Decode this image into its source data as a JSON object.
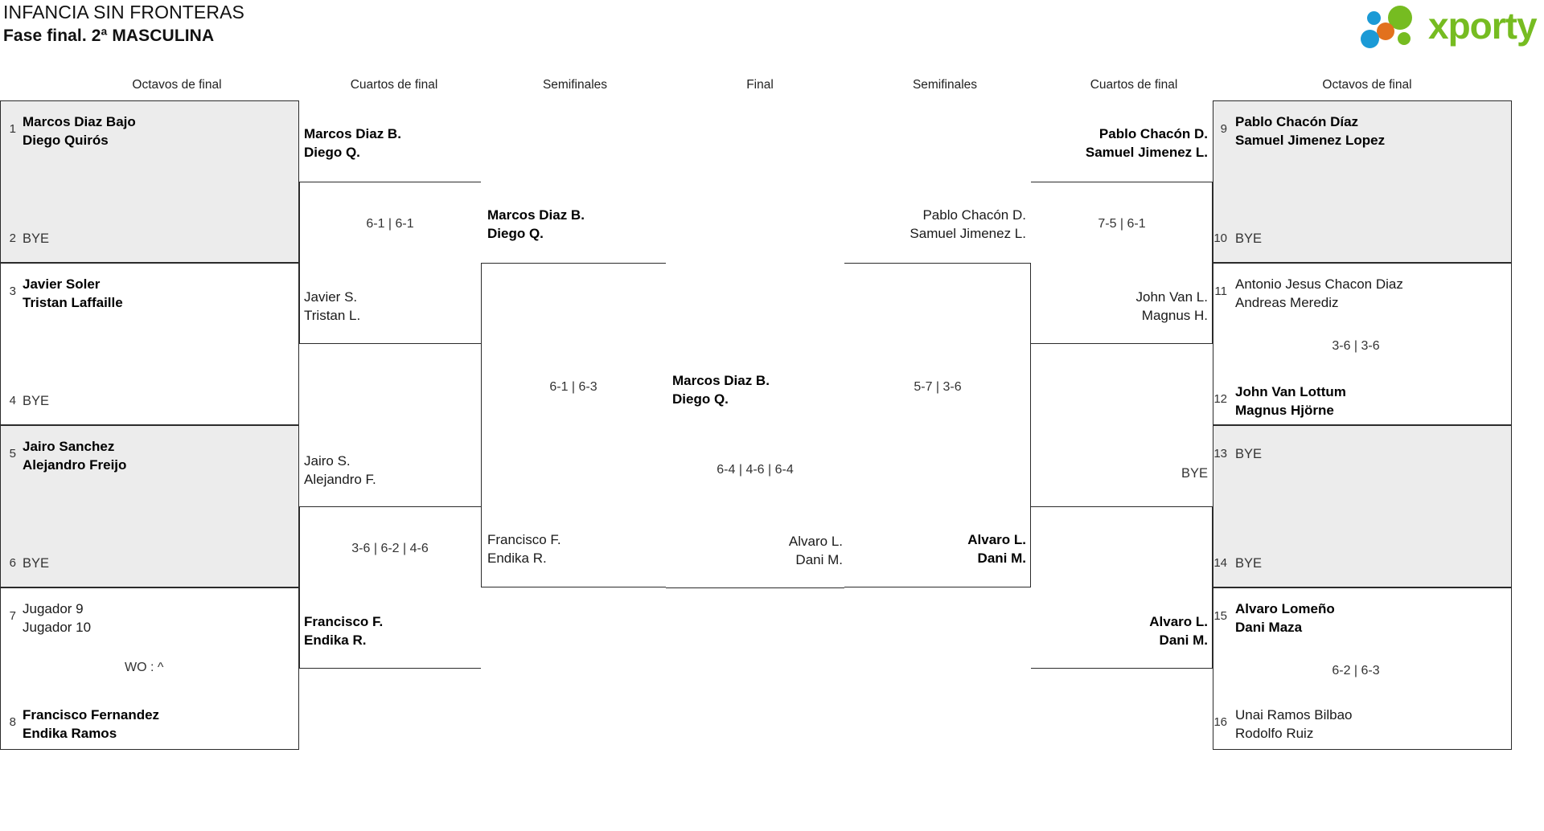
{
  "header": {
    "title": "INFANCIA SIN FRONTERAS",
    "subtitle": "Fase final. 2ª MASCULINA",
    "logo_text": "xporty",
    "logo_colors": {
      "green": "#76bc21",
      "blue": "#1b9ad6",
      "orange": "#e2711d"
    }
  },
  "round_headers": [
    {
      "label": "Octavos de final"
    },
    {
      "label": "Cuartos de final"
    },
    {
      "label": "Semifinales"
    },
    {
      "label": "Final"
    },
    {
      "label": "Semifinales"
    },
    {
      "label": "Cuartos de final"
    },
    {
      "label": "Octavos de final"
    }
  ],
  "left": {
    "seeds": [
      {
        "num": "1",
        "line1": "Marcos Diaz Bajo",
        "line2": "Diego Quirós",
        "winner": true,
        "bye": false
      },
      {
        "num": "2",
        "line1": "BYE",
        "line2": "",
        "winner": false,
        "bye": true
      },
      {
        "num": "3",
        "line1": "Javier Soler",
        "line2": "Tristan Laffaille",
        "winner": true,
        "bye": false
      },
      {
        "num": "4",
        "line1": "BYE",
        "line2": "",
        "winner": false,
        "bye": true
      },
      {
        "num": "5",
        "line1": "Jairo Sanchez",
        "line2": "Alejandro Freijo",
        "winner": true,
        "bye": false
      },
      {
        "num": "6",
        "line1": "BYE",
        "line2": "",
        "winner": false,
        "bye": true
      },
      {
        "num": "7",
        "line1": "Jugador 9",
        "line2": "Jugador 10",
        "winner": false,
        "bye": false
      },
      {
        "num": "8",
        "line1": "Francisco Fernandez",
        "line2": "Endika Ramos",
        "winner": true,
        "bye": false
      }
    ],
    "r16_scores": [
      "",
      "",
      "",
      "WO : ^"
    ],
    "qf": [
      {
        "line1": "Marcos Diaz B.",
        "line2": "Diego Q.",
        "winner": true
      },
      {
        "line1": "Javier S.",
        "line2": "Tristan L.",
        "winner": false
      },
      {
        "line1": "Jairo S.",
        "line2": "Alejandro F.",
        "winner": false
      },
      {
        "line1": "Francisco F.",
        "line2": "Endika R.",
        "winner": true
      }
    ],
    "qf_scores": [
      "6-1 | 6-1",
      "3-6 | 6-2 | 4-6"
    ],
    "sf": [
      {
        "line1": "Marcos Diaz B.",
        "line2": "Diego Q.",
        "winner": true
      },
      {
        "line1": "Francisco F.",
        "line2": "Endika R.",
        "winner": false
      }
    ],
    "sf_score": "6-1 | 6-3"
  },
  "final": {
    "top": {
      "line1": "Marcos Diaz B.",
      "line2": "Diego Q.",
      "winner": true
    },
    "bottom": {
      "line1": "Alvaro L.",
      "line2": "Dani M.",
      "winner": false
    },
    "score": "6-4 | 4-6 | 6-4"
  },
  "right": {
    "seeds": [
      {
        "num": "9",
        "line1": "Pablo Chacón Díaz",
        "line2": "Samuel Jimenez Lopez",
        "winner": true,
        "bye": false
      },
      {
        "num": "10",
        "line1": "BYE",
        "line2": "",
        "winner": false,
        "bye": true
      },
      {
        "num": "11",
        "line1": "Antonio Jesus Chacon Diaz",
        "line2": "Andreas Merediz",
        "winner": false,
        "bye": false
      },
      {
        "num": "12",
        "line1": "John Van Lottum",
        "line2": "Magnus Hjörne",
        "winner": true,
        "bye": false
      },
      {
        "num": "13",
        "line1": "BYE",
        "line2": "",
        "winner": false,
        "bye": true
      },
      {
        "num": "14",
        "line1": "BYE",
        "line2": "",
        "winner": false,
        "bye": true
      },
      {
        "num": "15",
        "line1": "Alvaro Lomeño",
        "line2": "Dani Maza",
        "winner": true,
        "bye": false
      },
      {
        "num": "16",
        "line1": "Unai Ramos Bilbao",
        "line2": "Rodolfo Ruiz",
        "winner": false,
        "bye": false
      }
    ],
    "r16_scores": [
      "",
      "3-6 | 3-6",
      "",
      "6-2 | 6-3"
    ],
    "qf": [
      {
        "line1": "Pablo Chacón D.",
        "line2": "Samuel Jimenez L.",
        "winner": true,
        "bye": false
      },
      {
        "line1": "John Van L.",
        "line2": "Magnus H.",
        "winner": false,
        "bye": false
      },
      {
        "line1": "BYE",
        "line2": "",
        "winner": false,
        "bye": true
      },
      {
        "line1": "Alvaro L.",
        "line2": "Dani M.",
        "winner": true,
        "bye": false
      }
    ],
    "qf_scores": [
      "7-5 | 6-1",
      ""
    ],
    "sf": [
      {
        "line1": "Pablo Chacón D.",
        "line2": "Samuel Jimenez L.",
        "winner": false
      },
      {
        "line1": "Alvaro L.",
        "line2": "Dani M.",
        "winner": true
      }
    ],
    "sf_score": "5-7 | 3-6"
  }
}
